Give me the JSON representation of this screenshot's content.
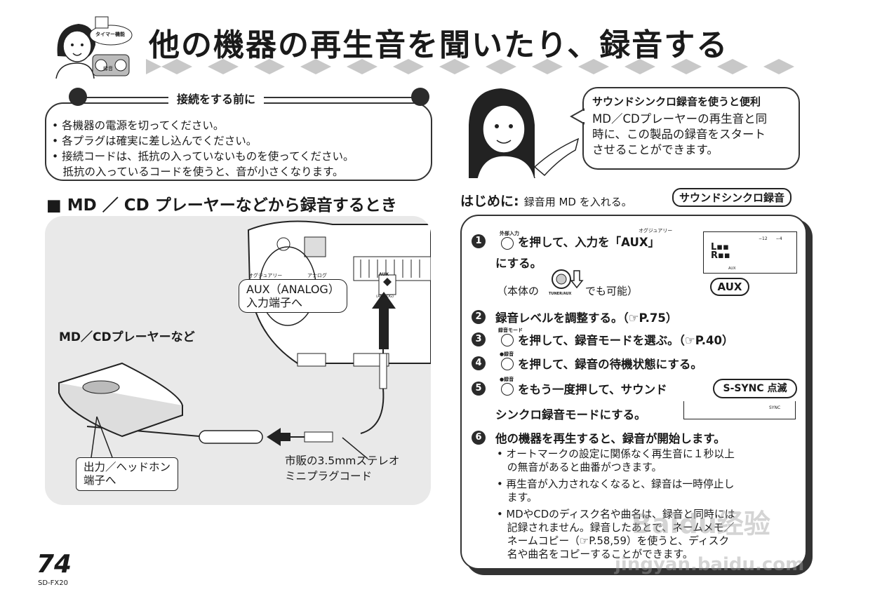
{
  "header": {
    "title": "他の機器の再生音を聞いたり、録音する",
    "mascot_badge": "タイマー機能",
    "mascot_device": "録音"
  },
  "prep": {
    "title": "接続をする前に",
    "lines": [
      "• 各機器の電源を切ってください。",
      "• 各プラグは確実に差し込んでください。",
      "• 接続コードは、抵抗の入っていないものを使ってください。",
      "　抵抗の入っているコードを使うと、音が小さくなります。"
    ]
  },
  "section_heading": "■ MD ／ CD プレーヤーなどから録音するとき",
  "diagram": {
    "aux_ruby1": "オグジュアリー",
    "aux_ruby2": "アナログ",
    "aux_line1": "AUX（ANALOG）",
    "aux_line2": "入力端子へ",
    "device_label": "MD／CDプレーヤーなど",
    "output_line1": "出力／ヘッドホン",
    "output_line2": "端子へ",
    "cord_line1": "市販の3.5mmステレオ",
    "cord_line2": "ミニプラグコード",
    "jack_label": "AUX",
    "jack_sub": "(ANALOG)"
  },
  "bubble": {
    "title": "サウンドシンクロ録音を使うと便利",
    "lines": [
      "MD／CDプレーヤーの再生音と同",
      "時に、この製品の録音をスタート",
      "させることができます。"
    ]
  },
  "intro": {
    "label": "はじめに:",
    "text": "録音用 MD を入れる。",
    "tag": "サウンドシンクロ録音"
  },
  "steps": {
    "s1_btn": "外部入力",
    "s1_text": "を押して、入力を「AUX」",
    "s1_ruby": "オグジュアリー",
    "s1_text2": "にする。",
    "s1_alt_pre": "（本体の",
    "s1_alt_post": "でも可能）",
    "s1_knob": "TUNER/AUX",
    "s1_display_meter": "−12　　−4",
    "s1_display_aux": "AUX",
    "s1_pill": "AUX",
    "s2_num": "2",
    "s2_text": "録音レベルを調整する。（☞P.75）",
    "s3_btn": "録音モード",
    "s3_text": "を押して、録音モードを選ぶ。（☞P.40）",
    "s4_btn": "●録音",
    "s4_text": "を押して、録音の待機状態にする。",
    "s5_btn": "●録音",
    "s5_text": "をもう一度押して、サウンド",
    "s5_text2": "シンクロ録音モードにする。",
    "s5_pill": "S-SYNC 点滅",
    "s5_sync": "SYNC",
    "s6_text": "他の機器を再生すると、録音が開始します。",
    "bullets": [
      "• オートマークの設定に関係なく再生音に１秒以上",
      "　の無音があると曲番がつきます。",
      "• 再生音が入力されなくなると、録音は一時停止し",
      "　ます。",
      "• MDやCDのディスク名や曲名は、録音と同時には",
      "　記録されません。録音したあとで、ネームメモ／",
      "　ネームコピー（☞P.58,59）を使うと、ディスク",
      "　名や曲名をコピーすることができます。"
    ]
  },
  "footer": {
    "page_number": "74",
    "model": "SD-FX20"
  },
  "watermark": {
    "line1": "Baidu经验",
    "line2": "jingyan.baidu.com"
  },
  "colors": {
    "ink": "#1a1a1a",
    "panel_gray": "#e9e9e9",
    "diamond_gray": "#c8c8c8"
  }
}
